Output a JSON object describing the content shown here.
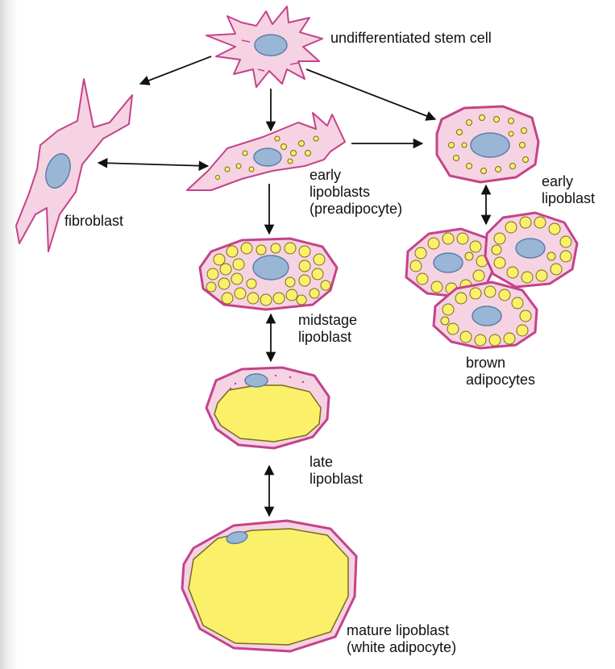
{
  "labels": {
    "stem_cell": "undifferentiated stem cell",
    "fibroblast": "fibroblast",
    "early_lipoblasts_1": "early",
    "early_lipoblasts_2": "lipoblasts",
    "early_lipoblasts_3": "(preadipocyte)",
    "early_lipoblast_1": "early",
    "early_lipoblast_2": "lipoblast",
    "midstage_1": "midstage",
    "midstage_2": "lipoblast",
    "brown_1": "brown",
    "brown_2": "adipocytes",
    "late_1": "late",
    "late_2": "lipoblast",
    "mature_1": "mature lipoblast",
    "mature_2": "(white adipocyte)"
  },
  "colors": {
    "cytoplasm": "#f5d3e3",
    "membrane": "#c4438a",
    "nucleus": "#9ab6d6",
    "nucleus_edge": "#5d7fa8",
    "lipid": "#fbf06a",
    "lipid_edge": "#7b6a1a",
    "arrow": "#111111"
  }
}
